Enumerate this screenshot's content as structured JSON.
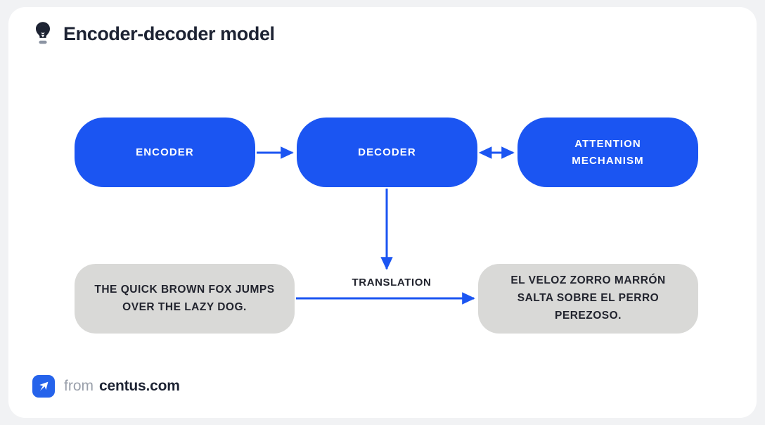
{
  "page": {
    "title": "Encoder-decoder model",
    "title_icon": "lightbulb-icon",
    "card_background": "#ffffff",
    "canvas_background": "#f1f2f4"
  },
  "colors": {
    "accent_blue": "#1b55f2",
    "node_gray": "#d9d9d7",
    "text_dark": "#1d2333",
    "text_muted": "#9aa0ab"
  },
  "diagram": {
    "type": "flow",
    "nodes": [
      {
        "id": "encoder",
        "label": "ENCODER",
        "style": "blue"
      },
      {
        "id": "decoder",
        "label": "DECODER",
        "style": "blue"
      },
      {
        "id": "attention",
        "label": "ATTENTION MECHANISM",
        "style": "blue"
      },
      {
        "id": "source",
        "label": "THE QUICK BROWN FOX JUMPS OVER THE LAZY DOG.",
        "style": "gray"
      },
      {
        "id": "target",
        "label": "EL VELOZ ZORRO MARRÓN SALTA SOBRE EL PERRO PEREZOSO.",
        "style": "gray"
      }
    ],
    "edges": [
      {
        "id": "encoder-to-decoder",
        "from": "encoder",
        "to": "decoder",
        "label": "",
        "heads": "single"
      },
      {
        "id": "decoder-to-attention",
        "from": "decoder",
        "to": "attention",
        "label": "",
        "heads": "double"
      },
      {
        "id": "decoder-to-output",
        "from": "decoder",
        "to": "",
        "label": "",
        "heads": "single"
      },
      {
        "id": "source-to-target",
        "from": "source",
        "to": "target",
        "label": "TRANSLATION",
        "heads": "single"
      }
    ]
  },
  "footer": {
    "logo_icon": "paper-plane-icon",
    "prefix": "from",
    "site": "centus.com"
  }
}
